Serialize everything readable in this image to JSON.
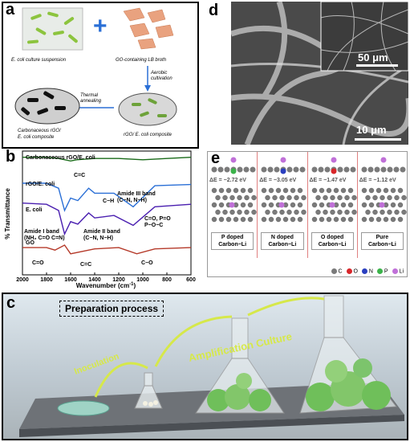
{
  "panel_a": {
    "letter": "a",
    "label_ecoli": "E. coli culture suspension",
    "label_go": "GO-containing LB broth",
    "label_aerobic": "Aerobic\ncultivation",
    "label_thermal": "Thermal\nannealing",
    "label_rgo_ecoli": "rGO/ E. coli composite",
    "label_carbon": "Carbonaceous rGO/\nE. coli composite"
  },
  "panel_b": {
    "letter": "b",
    "ylabel": "% Transmittance",
    "xlabel": "Wavenumber (cm-1)",
    "series_labels": [
      "Carbonaceous rGO/E. coli",
      "rGO/E. coli",
      "E. coli",
      "GO"
    ],
    "annotations": {
      "cc1": "C=C",
      "amide3": "Amide III band\n(C−N, N−H)",
      "ch": "C−H",
      "amide1": "Amide I band\n(NH2 C=O C=N)",
      "amide2": "Amide II band\n(C−N, N−H)",
      "co_po": "C=O, P=O\nP−O−C",
      "co_go": "C=O",
      "cc_go": "C=C",
      "c_o_go": "C−O"
    }
  },
  "panel_c": {
    "letter": "c",
    "title": "Preparation process",
    "inoculation": "Inoculation",
    "amplification": "Amplification Culture"
  },
  "panel_d": {
    "letter": "d",
    "scale_inset": "50 μm",
    "scale_main": "10 μm"
  },
  "panel_e": {
    "letter": "e",
    "energies": [
      "ΔE = −2.72 eV",
      "ΔE = −3.05 eV",
      "ΔE = −1.47 eV",
      "ΔE = −1.12 eV"
    ],
    "labels": [
      "P doped\nCarbon−Li",
      "N doped\nCarbon−Li",
      "O doped\nCarbon−Li",
      "Pure\nCarbon−Li"
    ],
    "legend": [
      "C",
      "O",
      "N",
      "P",
      "Li"
    ],
    "colors": {
      "C": "#7a7a7a",
      "O": "#d8262a",
      "N": "#2a3fbf",
      "P": "#3bb34a",
      "Li": "#c070d8"
    }
  },
  "chart_data": {
    "type": "line",
    "xlabel": "Wavenumber (cm-1)",
    "ylabel": "% Transmittance",
    "xlim": [
      2000,
      600
    ],
    "x_ticks": [
      2000,
      1800,
      1600,
      1400,
      1200,
      1000,
      800,
      600
    ],
    "series": [
      {
        "name": "Carbonaceous rGO/E. coli",
        "color": "#1a6b1a",
        "x": [
          2000,
          1800,
          1700,
          1600,
          1550,
          1400,
          1200,
          1000,
          800,
          600
        ],
        "y": [
          0.95,
          0.95,
          0.94,
          0.92,
          0.93,
          0.94,
          0.94,
          0.93,
          0.94,
          0.95
        ]
      },
      {
        "name": "rGO/E. coli",
        "color": "#2a6fd6",
        "x": [
          2000,
          1800,
          1700,
          1650,
          1600,
          1540,
          1450,
          1400,
          1240,
          1080,
          900,
          600
        ],
        "y": [
          0.74,
          0.74,
          0.7,
          0.52,
          0.62,
          0.6,
          0.7,
          0.66,
          0.66,
          0.55,
          0.72,
          0.73
        ]
      },
      {
        "name": "E. coli",
        "color": "#4a1fb0",
        "x": [
          2000,
          1800,
          1700,
          1650,
          1600,
          1540,
          1450,
          1400,
          1240,
          1080,
          900,
          600
        ],
        "y": [
          0.58,
          0.57,
          0.52,
          0.33,
          0.43,
          0.41,
          0.5,
          0.46,
          0.48,
          0.4,
          0.55,
          0.57
        ]
      },
      {
        "name": "GO",
        "color": "#b53a2a",
        "x": [
          2000,
          1800,
          1730,
          1650,
          1600,
          1400,
          1200,
          1050,
          900,
          600
        ],
        "y": [
          0.22,
          0.22,
          0.2,
          0.24,
          0.17,
          0.21,
          0.22,
          0.17,
          0.21,
          0.22
        ]
      }
    ]
  }
}
